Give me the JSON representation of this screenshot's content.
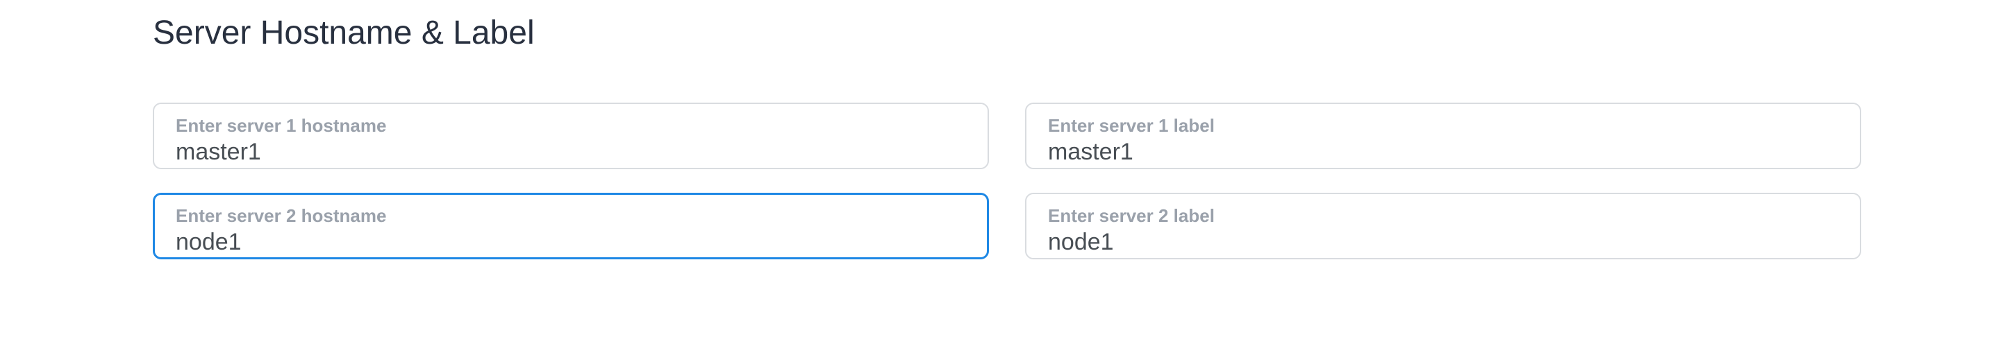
{
  "page": {
    "title": "Server Hostname & Label"
  },
  "colors": {
    "focus_border": "#1e88e5",
    "input_border": "#d9dce0",
    "label_text": "#9aa1ab",
    "value_text": "#484e54",
    "title_text": "#28303f",
    "page_bg": "#ffffff"
  },
  "fields": [
    {
      "name": "server-1-hostname",
      "label": "Enter server 1 hostname",
      "value": "master1",
      "focused": false
    },
    {
      "name": "server-1-label",
      "label": "Enter server 1 label",
      "value": "master1",
      "focused": false
    },
    {
      "name": "server-2-hostname",
      "label": "Enter server 2 hostname",
      "value": "node1",
      "focused": true
    },
    {
      "name": "server-2-label",
      "label": "Enter server 2 label",
      "value": "node1",
      "focused": false
    }
  ]
}
